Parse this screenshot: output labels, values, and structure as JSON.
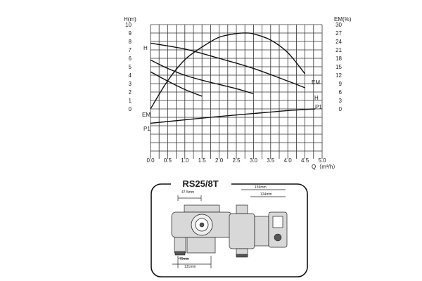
{
  "chart_data": {
    "type": "line",
    "x": {
      "label": "Q（m³/h）",
      "ticks": [
        "0.0",
        "0.5",
        "1.0",
        "1.5",
        "2.0",
        "2.5",
        "3.0",
        "3.5",
        "4.0",
        "4.5",
        "5.0"
      ],
      "range": [
        0,
        5.0
      ]
    },
    "y_left": {
      "label": "H(m)",
      "ticks": [
        "0",
        "1",
        "2",
        "3",
        "4",
        "5",
        "6",
        "7",
        "8",
        "9",
        "10"
      ],
      "range": [
        0,
        10
      ]
    },
    "y_right": {
      "label": "EM(%)",
      "ticks": [
        "0",
        "3",
        "6",
        "9",
        "12",
        "15",
        "18",
        "21",
        "24",
        "27",
        "30"
      ],
      "range": [
        0,
        30
      ]
    },
    "grid": true,
    "series": [
      {
        "name": "H",
        "axis": "left",
        "x": [
          0,
          1,
          2,
          3,
          4,
          4.5
        ],
        "y": [
          7.8,
          7.1,
          6.0,
          4.8,
          3.3,
          2.5
        ]
      },
      {
        "name": "H",
        "axis": "left",
        "x": [
          0,
          0.5,
          1,
          1.5,
          2,
          2.5,
          3.0
        ],
        "y": [
          5.8,
          4.8,
          4.0,
          3.4,
          2.9,
          2.4,
          1.8
        ]
      },
      {
        "name": "H",
        "axis": "left",
        "x": [
          0,
          0.5,
          1.0,
          1.5
        ],
        "y": [
          4.4,
          3.3,
          2.3,
          1.5
        ]
      },
      {
        "name": "EM",
        "axis": "right",
        "x": [
          0,
          0.5,
          1,
          1.5,
          2,
          2.5,
          2.75,
          3,
          3.5,
          4,
          4.5
        ],
        "y": [
          0,
          10,
          17.5,
          22,
          25.5,
          26.8,
          27,
          26.7,
          24.5,
          20,
          12.5
        ]
      },
      {
        "name": "P1",
        "axis": "left",
        "x": [
          0,
          1,
          2,
          3,
          4,
          4.8
        ],
        "y": [
          -1.7,
          -1.3,
          -0.9,
          -0.55,
          -0.2,
          0.0
        ]
      }
    ],
    "curve_labels": [
      "H",
      "EM",
      "H",
      "P1",
      "EM",
      "P1"
    ]
  },
  "drawing": {
    "title": "RS25/8T",
    "dimensions": [
      "47.5mm",
      "79mm",
      "131mm",
      "159mm",
      "124mm"
    ]
  }
}
